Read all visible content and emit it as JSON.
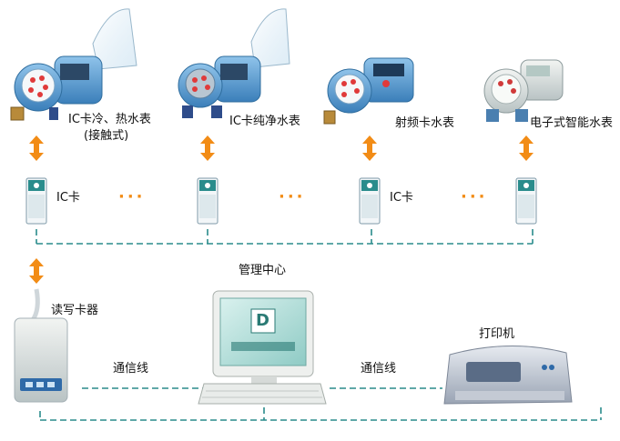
{
  "meters": [
    {
      "label_line1": "IC卡冷、热水表",
      "label_line2": "(接触式)"
    },
    {
      "label_line1": "IC卡纯净水表"
    },
    {
      "label_line1": "射频卡水表"
    },
    {
      "label_line1": "电子式智能水表"
    }
  ],
  "cards": {
    "label_a": "IC卡",
    "label_b": "IC卡",
    "dots": "···"
  },
  "center": {
    "title": "管理中心",
    "screen_brand": "D"
  },
  "reader": {
    "label": "读写卡器"
  },
  "printer": {
    "label": "打印机"
  },
  "links": {
    "left": "通信线",
    "right": "通信线"
  },
  "colors": {
    "accent_orange": "#f28c16",
    "dashed_line": "#2a8c8c",
    "meter_blue": "#4a8fc8"
  }
}
